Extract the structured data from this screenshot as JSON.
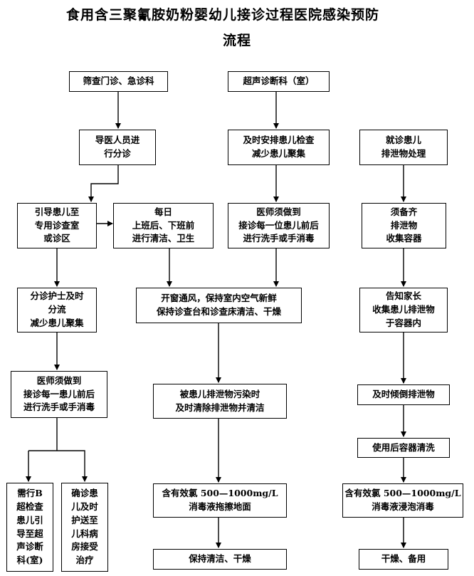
{
  "title": {
    "line1": "食用含三聚氰胺奶粉婴幼儿接诊过程医院感染预防",
    "line2": "流程"
  },
  "nodes": {
    "n1": "筛查门诊、急诊科",
    "n2": "导医人员进\n行分诊",
    "n3": "引导患儿至\n专用诊查室\n或诊区",
    "n4": "每日\n上班后、下班前\n进行清洁、卫生",
    "n5": "分诊护士及时\n分流\n减少患儿聚集",
    "n6": "医师须做到\n接诊每一患儿前后\n进行洗手或手消毒",
    "n7": "需行B\n超检查\n患儿引\n导至超\n声诊断\n科(室)",
    "n8": "确诊患\n儿及时\n护送至\n儿科病\n房接受\n治疗",
    "m1": "超声诊断科（室）",
    "m2": "及时安排患儿检查\n减少患儿聚集",
    "m3": "医师须做到\n接诊每一位患儿前后\n进行洗手或手消毒",
    "m4": "开窗通风，保持室内空气新鲜\n保持诊查台和诊查床清洁、干燥",
    "m5": "被患儿排泄物污染时\n及时清除排泄物并清洁",
    "m6": "含有效氯 500—1000mg/L\n消毒液拖擦地面",
    "m7": "保持清洁、干燥",
    "r1": "就诊患儿\n排泄物处理",
    "r2": "须备齐\n排泄物\n收集容器",
    "r3": "告知家长\n收集患儿排泄物\n于容器内",
    "r4": "及时倾倒排泄物",
    "r5": "使用后容器清洗",
    "r6": "含有效氯 500—1000mg/L\n消毒液浸泡消毒",
    "r7": "干燥、备用"
  }
}
